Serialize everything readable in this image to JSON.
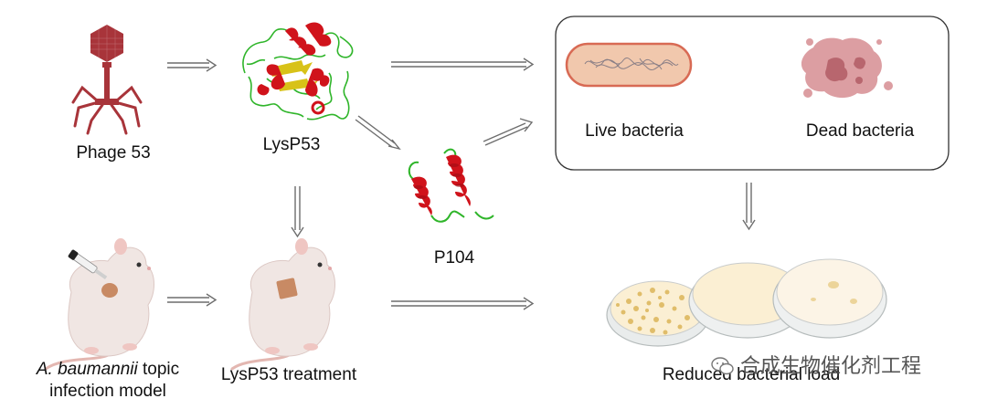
{
  "labels": {
    "phage": "Phage 53",
    "lysin": "LysP53",
    "peptide": "P104",
    "live": "Live bacteria",
    "dead": "Dead bacteria",
    "model_italic": "A.  baumannii",
    "model_rest": " topic",
    "model_line2": "infection model",
    "treatment": "LysP53 treatment",
    "outcome": "Reduced bacterial load"
  },
  "watermark": {
    "text": "合成生物催化剂工程"
  },
  "colors": {
    "phage": "#a8343a",
    "helix": "#d0131b",
    "coil": "#2fb52a",
    "strand": "#d8c218",
    "arrow": "#6d6d6d",
    "bacteria_fill": "#f1c8ad",
    "bacteria_stroke": "#d86a54",
    "dead_fill": "#dc9ea2",
    "mouse": "#f0e6e3",
    "dish_agar": "#fbefd3",
    "colony": "#e8c77a"
  }
}
